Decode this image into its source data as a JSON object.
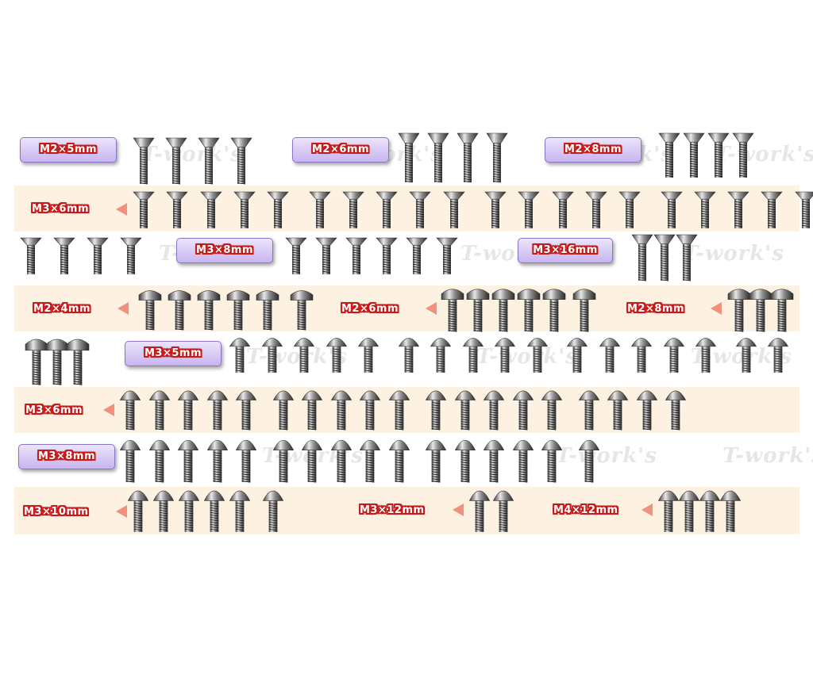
{
  "watermark": "T-work's",
  "colors": {
    "band": "#fdf1e2",
    "label_outline": "#c41a1a",
    "box_gradient_top": "#ece4fb",
    "box_gradient_bottom": "#c7b5ef",
    "arrow": "#f0917b"
  },
  "labels": [
    {
      "text": "M2×5mm",
      "style": "box",
      "screw_type": "flat-head"
    },
    {
      "text": "M2×6mm",
      "style": "box",
      "screw_type": "flat-head"
    },
    {
      "text": "M2×8mm",
      "style": "box",
      "screw_type": "flat-head"
    },
    {
      "text": "M3×6mm",
      "style": "arrow",
      "screw_type": "flat-head"
    },
    {
      "text": "M3×8mm",
      "style": "box",
      "screw_type": "flat-head"
    },
    {
      "text": "M3×16mm",
      "style": "box",
      "screw_type": "flat-head"
    },
    {
      "text": "M2×4mm",
      "style": "arrow",
      "screw_type": "flanged-head"
    },
    {
      "text": "M2×6mm",
      "style": "arrow",
      "screw_type": "flanged-head"
    },
    {
      "text": "M2×8mm",
      "style": "arrow",
      "screw_type": "flanged-head"
    },
    {
      "text": "M3×5mm",
      "style": "box",
      "screw_type": "button-head"
    },
    {
      "text": "M3×6mm",
      "style": "arrow",
      "screw_type": "button-head"
    },
    {
      "text": "M3×8mm",
      "style": "box",
      "screw_type": "button-head"
    },
    {
      "text": "M3×10mm",
      "style": "arrow",
      "screw_type": "button-head"
    },
    {
      "text": "M3×12mm",
      "style": "arrow",
      "screw_type": "button-head"
    },
    {
      "text": "M4×12mm",
      "style": "arrow",
      "screw_type": "button-head"
    }
  ],
  "screw_groups": [
    {
      "type": "flat",
      "count": 4
    },
    {
      "type": "flat",
      "count": 4
    },
    {
      "type": "flat",
      "count": 4
    },
    {
      "type": "flat",
      "count": 20
    },
    {
      "type": "flat",
      "count": 4
    },
    {
      "type": "flat",
      "count": 6
    },
    {
      "type": "flat",
      "count": 3
    },
    {
      "type": "flange",
      "count": 5
    },
    {
      "type": "flange",
      "count": 1
    },
    {
      "type": "flange",
      "count": 5
    },
    {
      "type": "flange",
      "count": 1
    },
    {
      "type": "flange",
      "count": 3
    },
    {
      "type": "flange",
      "count": 3
    },
    {
      "type": "button",
      "count": 17
    },
    {
      "type": "button",
      "count": 19
    },
    {
      "type": "button",
      "count": 16
    },
    {
      "type": "button",
      "count": 5
    },
    {
      "type": "button",
      "count": 1
    },
    {
      "type": "button",
      "count": 2
    },
    {
      "type": "button",
      "count": 4
    }
  ]
}
